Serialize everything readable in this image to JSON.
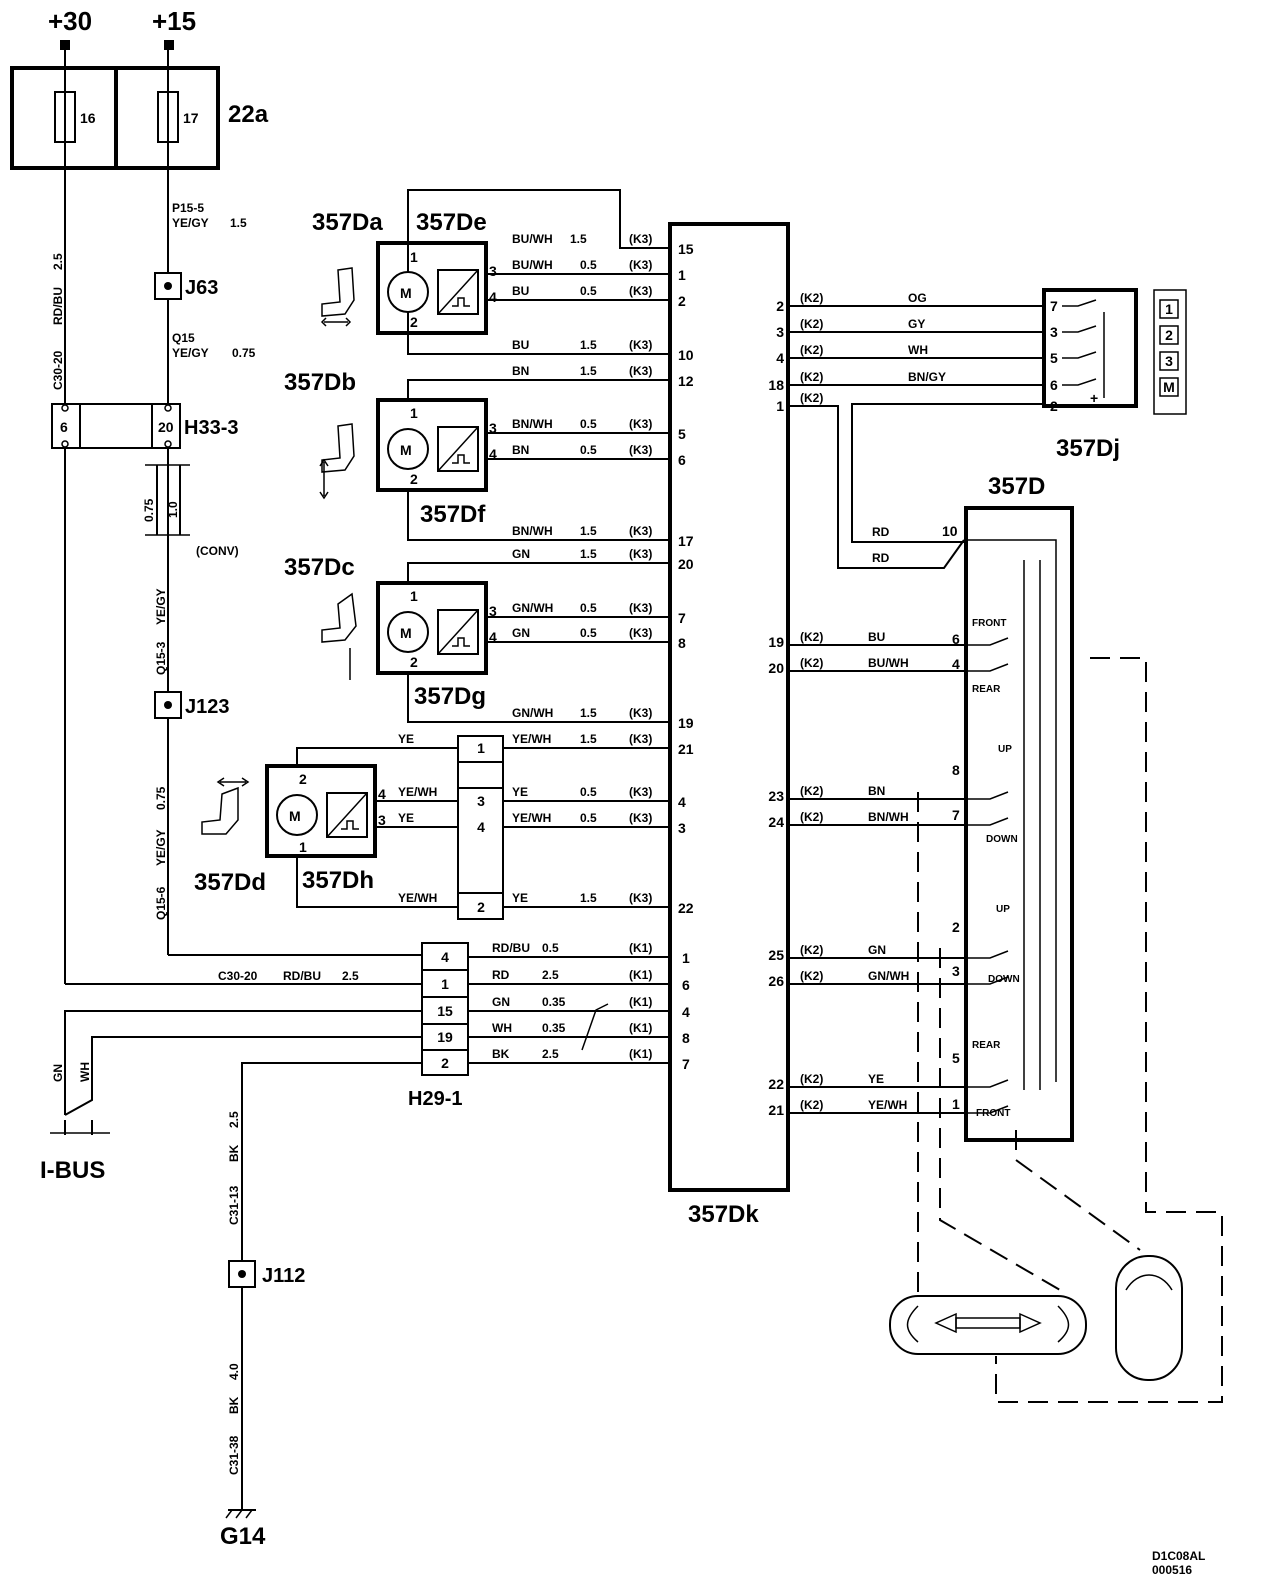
{
  "supply": {
    "plus30": "+30",
    "plus15": "+15"
  },
  "fusebox": {
    "id": "22a",
    "fuse_a": "16",
    "fuse_b": "17"
  },
  "wires": {
    "p15_5": "P15-5",
    "ye_gy": "YE/GY",
    "w_1_5": "1.5",
    "w_2_5": "2.5",
    "w_0_75": "0.75",
    "w_1_0": "1.0",
    "w_0_5": "0.5",
    "w_0_35": "0.35",
    "w_4_0": "4.0",
    "rd_bu": "RD/BU",
    "c30_20": "C30-20",
    "q15": "Q15",
    "q15_3": "Q15-3",
    "q15_6": "Q15-6",
    "conv": "(CONV)",
    "bk": "BK",
    "c31_13": "C31-13",
    "c31_38": "C31-38",
    "gn": "GN",
    "wh": "WH",
    "rd": "RD"
  },
  "connectors": {
    "j63": "J63",
    "j123": "J123",
    "j112": "J112",
    "h33_3": "H33-3",
    "h33_pin6": "6",
    "h33_pin20": "20",
    "h29_1": "H29-1",
    "ibus": "I-BUS",
    "g14": "G14"
  },
  "motors": {
    "da": "357Da",
    "de": "357De",
    "db": "357Db",
    "df": "357Df",
    "dc": "357Dc",
    "dg": "357Dg",
    "dd": "357Dd",
    "dh": "357Dh",
    "m": "M"
  },
  "module": {
    "id": "357Dk",
    "k1": "(K1)",
    "k2": "(K2)",
    "k3": "(K3)"
  },
  "k3_rows": [
    {
      "wire": "BU/WH",
      "size": "1.5",
      "pin": "15"
    },
    {
      "wire": "BU/WH",
      "size": "0.5",
      "pin": "1"
    },
    {
      "wire": "BU",
      "size": "0.5",
      "pin": "2"
    },
    {
      "wire": "BU",
      "size": "1.5",
      "pin": "10"
    },
    {
      "wire": "BN",
      "size": "1.5",
      "pin": "12"
    },
    {
      "wire": "BN/WH",
      "size": "0.5",
      "pin": "5"
    },
    {
      "wire": "BN",
      "size": "0.5",
      "pin": "6"
    },
    {
      "wire": "BN/WH",
      "size": "1.5",
      "pin": "17"
    },
    {
      "wire": "GN",
      "size": "1.5",
      "pin": "20"
    },
    {
      "wire": "GN/WH",
      "size": "0.5",
      "pin": "7"
    },
    {
      "wire": "GN",
      "size": "0.5",
      "pin": "8"
    },
    {
      "wire": "GN/WH",
      "size": "1.5",
      "pin": "19"
    },
    {
      "wire": "YE/WH",
      "size": "1.5",
      "pin": "21"
    },
    {
      "wire": "YE",
      "size": "0.5",
      "pin": "4"
    },
    {
      "wire": "YE/WH",
      "size": "0.5",
      "pin": "3"
    },
    {
      "wire": "YE",
      "size": "1.5",
      "pin": "22"
    }
  ],
  "k1_rows": [
    {
      "wire": "RD/BU",
      "size": "0.5",
      "pin": "1",
      "h29": "4"
    },
    {
      "wire": "RD",
      "size": "2.5",
      "pin": "6",
      "h29": "1"
    },
    {
      "wire": "GN",
      "size": "0.35",
      "pin": "4",
      "h29": "15"
    },
    {
      "wire": "WH",
      "size": "0.35",
      "pin": "8",
      "h29": "19"
    },
    {
      "wire": "BK",
      "size": "2.5",
      "pin": "7",
      "h29": "2"
    }
  ],
  "dd_pins": {
    "p1": "1",
    "p2": "2",
    "p3": "3",
    "p4": "4"
  },
  "dd_wires": [
    {
      "wire": "YE",
      "pin": "1"
    },
    {
      "wire": "YE/WH",
      "pin": "3"
    },
    {
      "wire": "YE",
      "pin": "4"
    },
    {
      "wire": "YE/WH",
      "pin": "2"
    }
  ],
  "k2_rows": [
    {
      "pin": "2",
      "wire": "OG",
      "dj": "7"
    },
    {
      "pin": "3",
      "wire": "GY",
      "dj": "3"
    },
    {
      "pin": "4",
      "wire": "WH",
      "dj": "5"
    },
    {
      "pin": "18",
      "wire": "BN/GY",
      "dj": "6"
    },
    {
      "pin": "1",
      "wire": "",
      "dj": "2"
    }
  ],
  "dj": {
    "id": "357Dj",
    "keys": [
      "1",
      "2",
      "3",
      "M"
    ],
    "plus": "+"
  },
  "switch": {
    "id": "357D",
    "pin10": "10",
    "front": "FRONT",
    "rear": "REAR",
    "up": "UP",
    "down": "DOWN",
    "down_small": "DOWN",
    "rows": [
      {
        "pin": "19",
        "wire": "BU",
        "sp": "6"
      },
      {
        "pin": "20",
        "wire": "BU/WH",
        "sp": "4"
      },
      {
        "pin": "23",
        "wire": "BN",
        "sp": "8"
      },
      {
        "pin": "24",
        "wire": "BN/WH",
        "sp": "7"
      },
      {
        "pin": "25",
        "wire": "GN",
        "sp": "2"
      },
      {
        "pin": "26",
        "wire": "GN/WH",
        "sp": "3"
      },
      {
        "pin": "22",
        "wire": "YE",
        "sp": "5"
      },
      {
        "pin": "21",
        "wire": "YE/WH",
        "sp": "1"
      }
    ]
  },
  "footer": {
    "code1": "D1C08AL",
    "code2": "000516"
  }
}
